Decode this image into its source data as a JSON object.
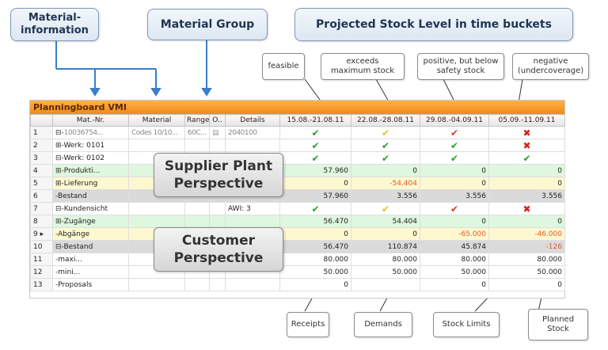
{
  "callouts": {
    "material_info": "Material-\ninformation",
    "material_group": "Material Group",
    "projected": "Projected Stock Level in time buckets"
  },
  "notes": {
    "feasible": "feasible",
    "exceeds": "exceeds\nmaximum stock",
    "positive": "positive, but below\nsafety stock",
    "negative": "negative\n(undercoverage)",
    "receipts": "Receipts",
    "demands": "Demands",
    "stock_limits": "Stock Limits",
    "planned_stock": "Planned\nStock"
  },
  "panels": {
    "supplier": "Supplier Plant\nPerspective",
    "customer": "Customer\nPerspective"
  },
  "board": {
    "title": "Planningboard VMI",
    "headers": [
      "",
      "Mat.-Nr.",
      "Material",
      "Range",
      "O..",
      "Details",
      "15.08.-21.08.11",
      "22.08.-28.08.11",
      "29.08.-04.09.11",
      "05.09.-11.09.11"
    ],
    "rows": [
      {
        "n": "1",
        "tree": "⊟-",
        "label": "10036754...",
        "mat": "Codes 10/10...",
        "range": "60C...",
        "o": "",
        "det": "2040100",
        "c": [
          "ok",
          "warn",
          "low",
          "bad"
        ]
      },
      {
        "n": "2",
        "tree": "⊞-",
        "label": "Werk: 0101",
        "mat": "",
        "range": "",
        "o": "",
        "det": "",
        "c": [
          "ok",
          "ok",
          "ok",
          "bad"
        ]
      },
      {
        "n": "3",
        "tree": "⊟-",
        "label": "Werk: 0102",
        "mat": "",
        "range": "",
        "o": "",
        "det": "",
        "c": [
          "ok",
          "ok",
          "ok",
          "ok"
        ]
      },
      {
        "n": "4",
        "tree": "⊞-",
        "label": "Produkti...",
        "mat": "",
        "range": "",
        "o": "",
        "det": "",
        "v": [
          "57.960",
          "0",
          "0",
          "0"
        ]
      },
      {
        "n": "5",
        "tree": "⊞-",
        "label": "Lieferung",
        "mat": "",
        "range": "",
        "o": "",
        "det": "",
        "v": [
          "0",
          "-54.404",
          "0",
          "0"
        ]
      },
      {
        "n": "6",
        "tree": "-",
        "label": "Bestand",
        "mat": "",
        "range": "",
        "o": "",
        "det": "",
        "v": [
          "57.960",
          "3.556",
          "3.556",
          "3.556"
        ]
      },
      {
        "n": "7",
        "tree": "⊟-",
        "label": "Kundensicht",
        "mat": "",
        "range": "",
        "o": "",
        "det": "AWI: 3",
        "c": [
          "ok",
          "warn",
          "low",
          "bad"
        ]
      },
      {
        "n": "8",
        "tree": "⊞-",
        "label": "Zugänge",
        "mat": "",
        "range": "",
        "o": "",
        "det": "",
        "v": [
          "56.470",
          "54.404",
          "0",
          "0"
        ]
      },
      {
        "n": "9 ▸",
        "tree": "-",
        "label": "Abgänge",
        "mat": "",
        "range": "",
        "o": "",
        "det": "",
        "v": [
          "0",
          "0",
          "-65.000",
          "-46.000"
        ]
      },
      {
        "n": "10",
        "tree": "⊟-",
        "label": "Bestand",
        "mat": "",
        "range": "",
        "o": "",
        "det": "",
        "v": [
          "56.470",
          "110.874",
          "45.874",
          "-126"
        ]
      },
      {
        "n": "11",
        "tree": "-",
        "label": "maxi...",
        "mat": "",
        "range": "",
        "o": "",
        "det": "",
        "v": [
          "80.000",
          "80.000",
          "80.000",
          "80.000"
        ]
      },
      {
        "n": "12",
        "tree": "-",
        "label": "mini...",
        "mat": "",
        "range": "",
        "o": "",
        "det": "",
        "v": [
          "50.000",
          "50.000",
          "50.000",
          "50.000"
        ]
      },
      {
        "n": "13",
        "tree": "-",
        "label": "Proposals",
        "mat": "",
        "range": "",
        "o": "",
        "det": "",
        "v": [
          "0",
          "",
          "0",
          "0"
        ]
      }
    ]
  },
  "icons": {
    "ok": "✔",
    "warn": "✔",
    "low": "✔",
    "bad": "✖"
  },
  "colors": {
    "header_orange": "#f08a18",
    "feasible": "#2c9e2c",
    "exceeds": "#e2c21a",
    "below": "#d83838",
    "negative": "#d82020",
    "negative_text": "#e05a28"
  }
}
